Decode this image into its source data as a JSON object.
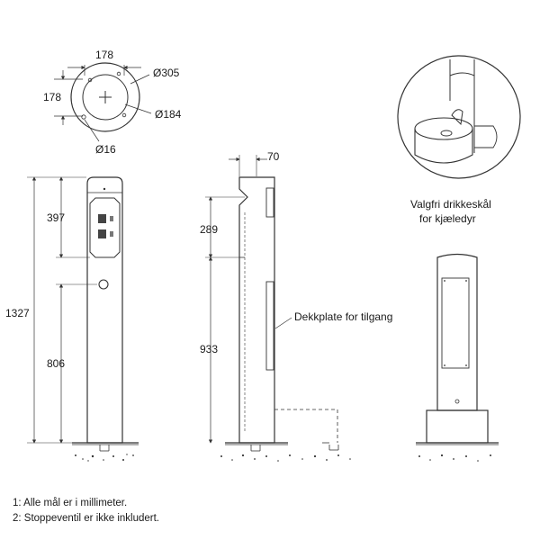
{
  "top_view": {
    "dim_width": "178",
    "dim_height": "178",
    "dia_outer": "Ø305",
    "dia_inner": "Ø184",
    "dia_hole": "Ø16"
  },
  "front_view": {
    "dim_total": "1327",
    "dim_upper": "397",
    "dim_lower": "806"
  },
  "side_view": {
    "dim_depth": "70",
    "dim_upper": "289",
    "dim_lower": "933",
    "label_cover": "Dekkplate for tilgang"
  },
  "detail": {
    "label_bowl_line1": "Valgfri drikkeskål",
    "label_bowl_line2": "for kjæledyr"
  },
  "notes": [
    "1: Alle mål er i millimeter.",
    "2: Stoppeventil er ikke inkludert."
  ]
}
